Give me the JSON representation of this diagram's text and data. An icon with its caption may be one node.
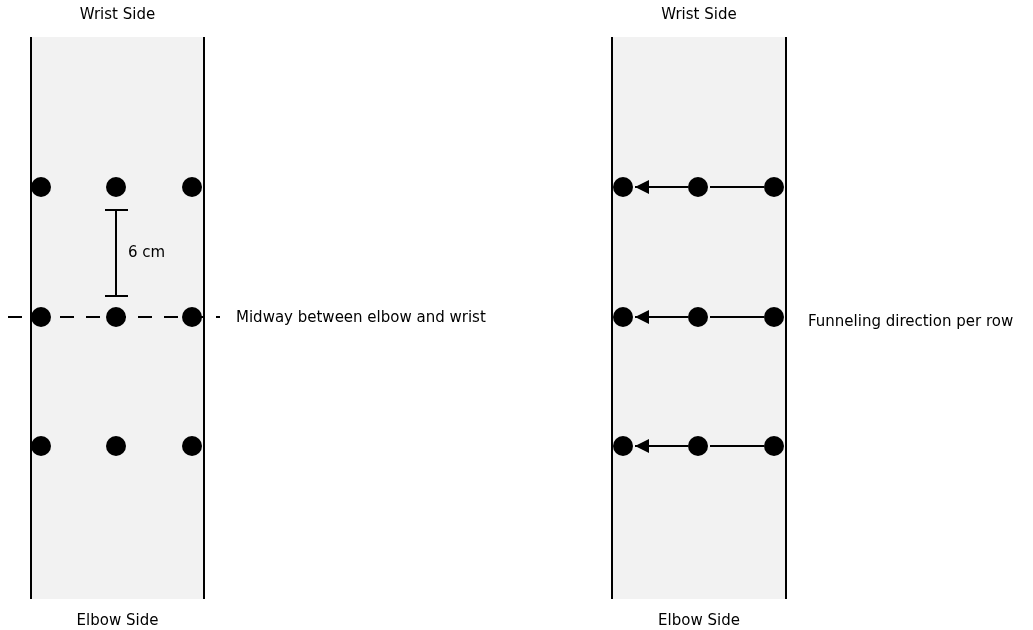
{
  "diagram": {
    "nodes": [
      {
        "text": [
          "Wrist Side",
          "Elbow Side"
        ]
      },
      {
        "text": [],
        "shape": "circle",
        "in": 0
      },
      {
        "text": [],
        "shape": "circle",
        "in": 0
      },
      {
        "text": [],
        "shape": "circle",
        "in": 0
      },
      {
        "text": [],
        "shape": "circle",
        "in": 0
      },
      {
        "text": [],
        "shape": "circle",
        "in": 0
      },
      {
        "text": [],
        "shape": "circle",
        "in": 0
      },
      {
        "text": [],
        "shape": "circle",
        "in": 0
      },
      {
        "text": [],
        "shape": "circle",
        "in": 0
      },
      {
        "text": [],
        "shape": "circle",
        "in": 0
      },
      {
        "text": [
          "Wrist Side",
          "Elbow Side"
        ]
      },
      {
        "text": [],
        "shape": "circle",
        "in": 10
      },
      {
        "text": [],
        "shape": "circle",
        "in": 10
      },
      {
        "text": [],
        "shape": "circle",
        "in": 10
      },
      {
        "text": [],
        "shape": "circle",
        "in": 10
      },
      {
        "text": [],
        "shape": "circle",
        "in": 10
      },
      {
        "text": [],
        "shape": "circle",
        "in": 10
      },
      {
        "text": [],
        "shape": "circle",
        "in": 10
      },
      {
        "text": [],
        "shape": "circle",
        "in": 10
      },
      {
        "text": [],
        "shape": "circle",
        "in": 10
      }
    ],
    "edges": [
      {
        "from": 13,
        "to": 12,
        "arrow": "none"
      },
      {
        "from": 12,
        "to": 11,
        "arrow": "to"
      },
      {
        "from": 16,
        "to": 15,
        "arrow": "none"
      },
      {
        "from": 15,
        "to": 14,
        "arrow": "to"
      },
      {
        "from": 19,
        "to": 18,
        "arrow": "none"
      },
      {
        "from": 18,
        "to": 17,
        "arrow": "to"
      }
    ],
    "labels": [
      "6 cm",
      "Midway between elbow and wrist",
      "Funneling direction per row"
    ]
  }
}
